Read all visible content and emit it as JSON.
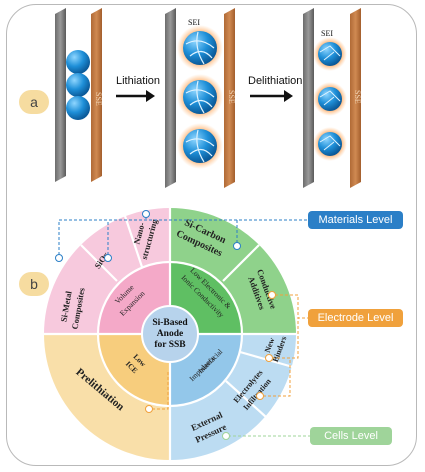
{
  "panel_a": {
    "badge": "a",
    "arrow1_label": "Lithiation",
    "arrow2_label": "Delithiation",
    "sei_label": "SEI",
    "sse_label": "SSE"
  },
  "panel_b": {
    "badge": "b",
    "center_line1": "Si-Based",
    "center_line2": "Anode",
    "center_line3": "for SSB",
    "levels": {
      "materials": "Materials Level",
      "electrode": "Electrode Level",
      "cells": "Cells Level"
    },
    "inner": {
      "volume_1": "Volume",
      "volume_2": "Expansion",
      "low_e_1": "Low Electronic &",
      "low_e_2": "Ionic Conductivity",
      "interfacial_1": "Interfacial",
      "interfacial_2": "Impedance",
      "low_ice_1": "Low",
      "low_ice_2": "ICE"
    },
    "outer": {
      "si_metal_1": "Si-Metal",
      "si_metal_2": "Composites",
      "siox": "SiOx",
      "nano_1": "Nano-",
      "nano_2": "structuring",
      "si_carbon_1": "Si-Carbon",
      "si_carbon_2": "Composites",
      "conductive_1": "Conductive",
      "conductive_2": "Additives",
      "new_1": "New",
      "new_2": "Binders",
      "electrolytes_1": "Electrolytes",
      "electrolytes_2": "Infiltration",
      "external_1": "External",
      "external_2": "Pressure",
      "prelithiation": "Prelithiation"
    }
  },
  "colors": {
    "materials_pill": "#2b7fc7",
    "electrode_pill": "#f0a13c",
    "cells_pill": "#9fd49a",
    "pink": "#f7c9dd",
    "green": "#8fd28b",
    "blue": "#bcdcf2",
    "yellow": "#f9dfa9"
  }
}
